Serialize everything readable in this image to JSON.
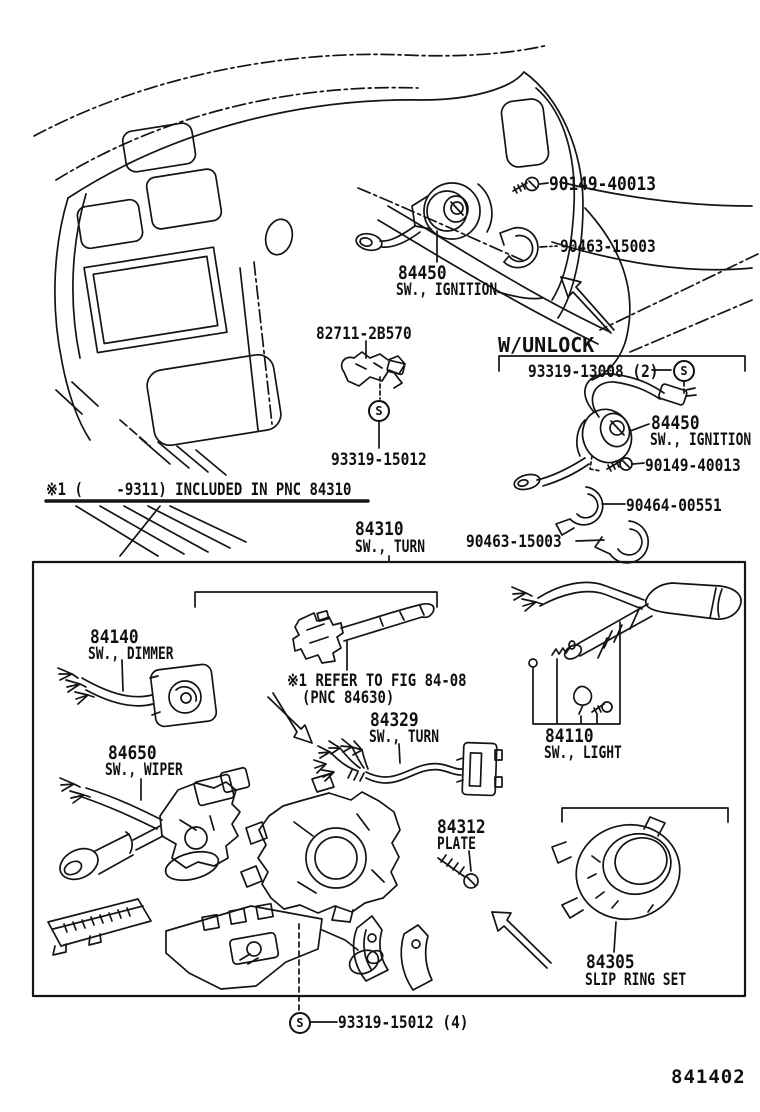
{
  "page": {
    "figure_code": "841402"
  },
  "symbols": {
    "screw_marker": "S"
  },
  "notes": {
    "included": "※1 (    -9311) INCLUDED IN PNC 84310",
    "refer_line1": "※1 REFER TO FIG 84-08",
    "refer_line2": "(PNC 84630)",
    "unlock_heading": "W/UNLOCK"
  },
  "callouts": {
    "screw_dash": "90149-40013",
    "clamp_dash": "90463-15003",
    "ignition_dash_pn": "84450",
    "ignition_dash_name": "SW., IGNITION",
    "bracket_pn": "82711-2B570",
    "bracket_screw": "93319-15012",
    "unlock_screw_set": "93319-13008 (2)",
    "ignition_unlock_pn": "84450",
    "ignition_unlock_name": "SW., IGNITION",
    "screw_unlock": "90149-40013",
    "clamp_unlock_a": "90464-00551",
    "clamp_unlock_b": "90463-15003",
    "turn_pn": "84310",
    "turn_name": "SW., TURN",
    "dimmer_pn": "84140",
    "dimmer_name": "SW., DIMMER",
    "wiper_pn": "84650",
    "wiper_name": "SW., WIPER",
    "turn_sub_pn": "84329",
    "turn_sub_name": "SW., TURN",
    "light_pn": "84110",
    "light_name": "SW., LIGHT",
    "plate_pn": "84312",
    "plate_name": "PLATE",
    "slip_ring_pn": "84305",
    "slip_ring_name": "SLIP RING SET",
    "box_screw_set": "93319-15012 (4)"
  }
}
